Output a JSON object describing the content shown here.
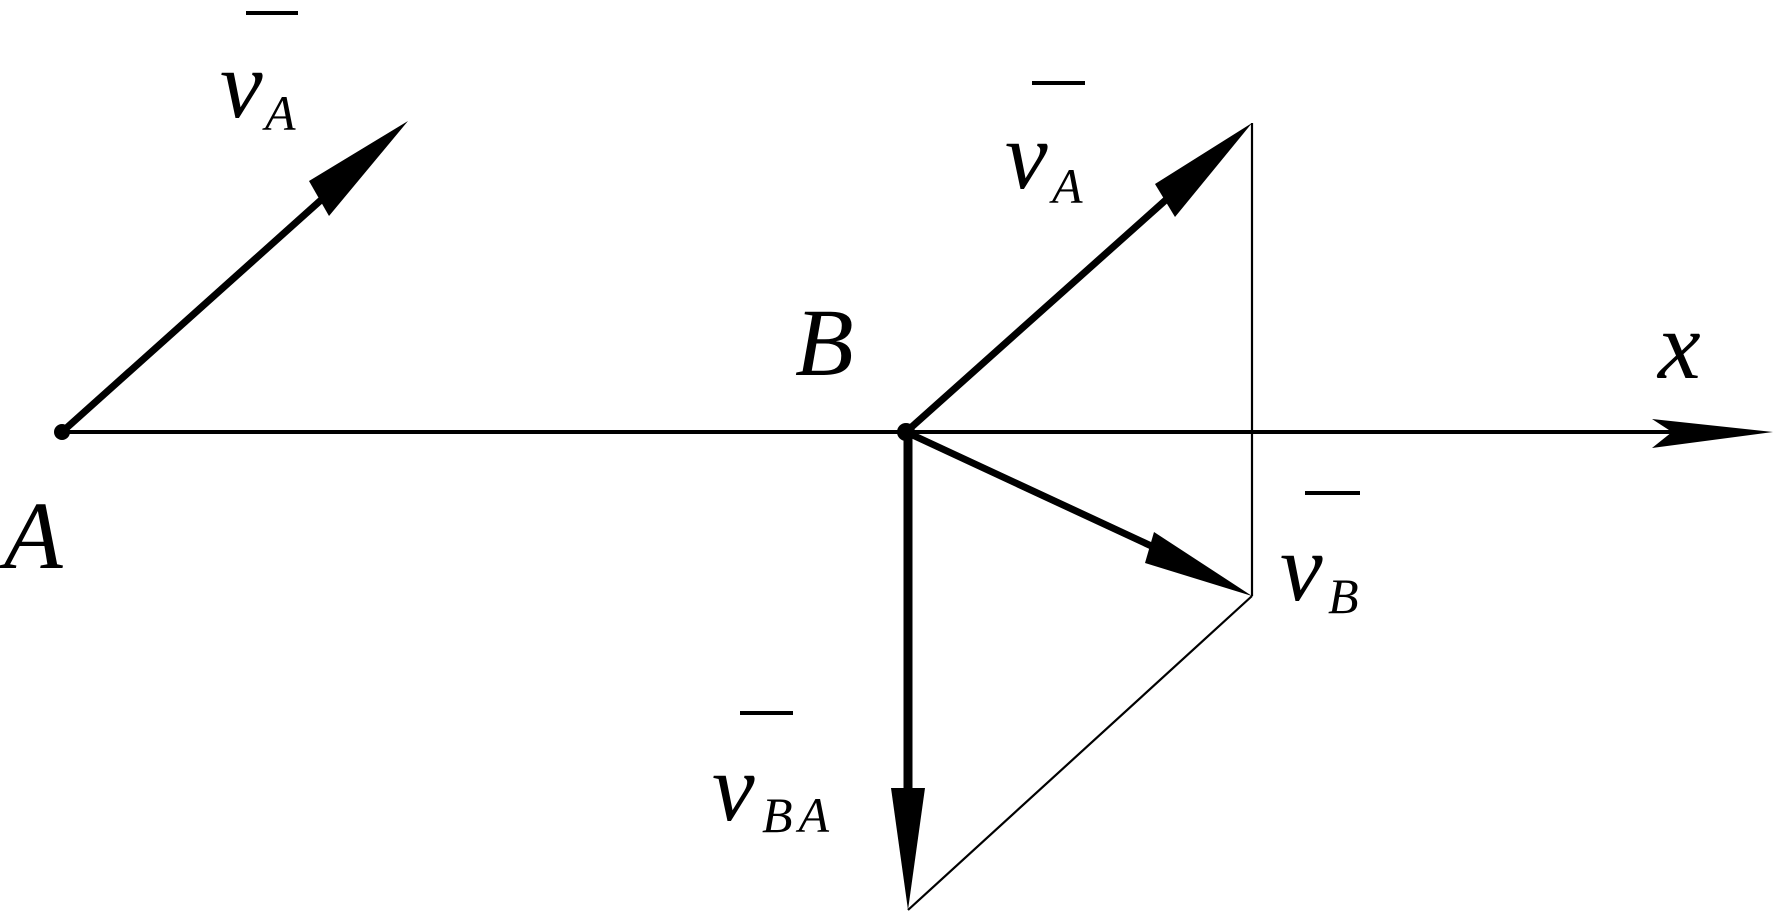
{
  "points": {
    "a": "A",
    "b": "B"
  },
  "axis": {
    "label": "x"
  },
  "vectors": {
    "va_at_a": {
      "symbol": "v",
      "subscript": "A"
    },
    "va_at_b": {
      "symbol": "v",
      "subscript": "A"
    },
    "vb": {
      "symbol": "v",
      "subscript": "B"
    },
    "vba": {
      "symbol": "v",
      "subscript": "BA"
    }
  },
  "colors": {
    "ink": "#000000",
    "background": "#ffffff"
  }
}
